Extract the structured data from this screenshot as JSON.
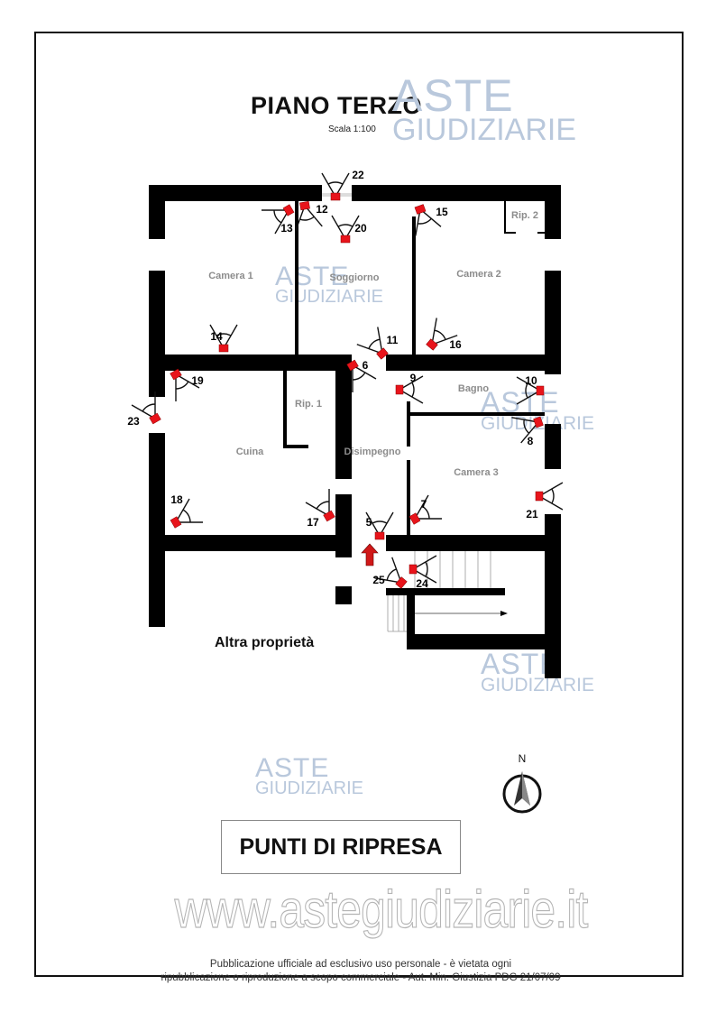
{
  "header": {
    "title": "PIANO TERZO",
    "scale": "Scala 1:100"
  },
  "watermark": {
    "line1": "ASTE",
    "line2": "GIUDIZIARIE"
  },
  "rooms": [
    "Camera 1",
    "Soggiorno",
    "Camera 2",
    "Rip. 2",
    "Rip. 1",
    "Cuina",
    "Disimpegno",
    "Bagno",
    "Camera 3"
  ],
  "shooting_points": [
    "22",
    "12",
    "13",
    "20",
    "15",
    "14",
    "11",
    "16",
    "6",
    "9",
    "10",
    "19",
    "23",
    "8",
    "18",
    "17",
    "5",
    "7",
    "21",
    "24",
    "25"
  ],
  "other_property_label": "Altra proprietà",
  "north_label": "N",
  "legend_box": "PUNTI DI RIPRESA",
  "website": "www.astegiudiziarie.it",
  "footer": {
    "line1": "Pubblicazione ufficiale ad esclusivo uso personale - è vietata ogni",
    "line2": "ripubblicazione o riproduzione a scopo commerciale - Aut. Min. Giustizia PDG 21/07/09"
  },
  "colors": {
    "wall": "#000000",
    "marker": "#e8141b",
    "watermark": "#b9c8dc",
    "room_label": "#8c8c8c"
  }
}
